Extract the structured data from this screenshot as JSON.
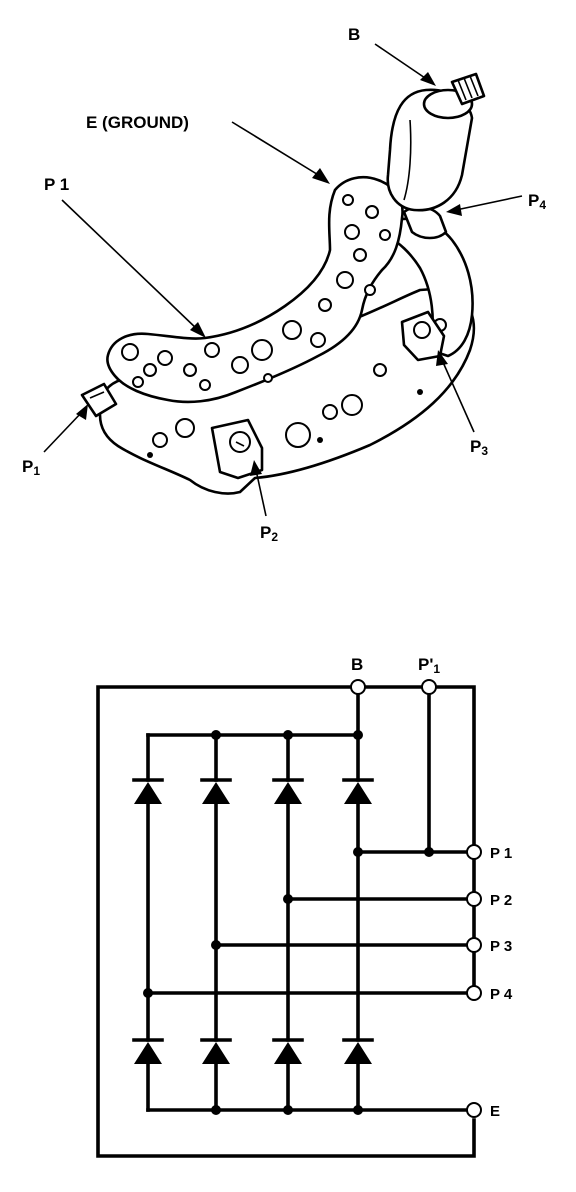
{
  "top_view": {
    "labels": {
      "b": "B",
      "e_ground": "E (GROUND)",
      "p1_upper": "P 1",
      "p1_lower": "P",
      "p1_lower_sub": "1",
      "p2": "P",
      "p2_sub": "2",
      "p3": "P",
      "p3_sub": "3",
      "p4": "P",
      "p4_sub": "4"
    }
  },
  "schematic": {
    "labels": {
      "b": "B",
      "p1_prime": "P'",
      "p1_prime_sub": "1",
      "p1": "P 1",
      "p2": "P 2",
      "p3": "P 3",
      "p4": "P 4",
      "e": "E"
    }
  }
}
